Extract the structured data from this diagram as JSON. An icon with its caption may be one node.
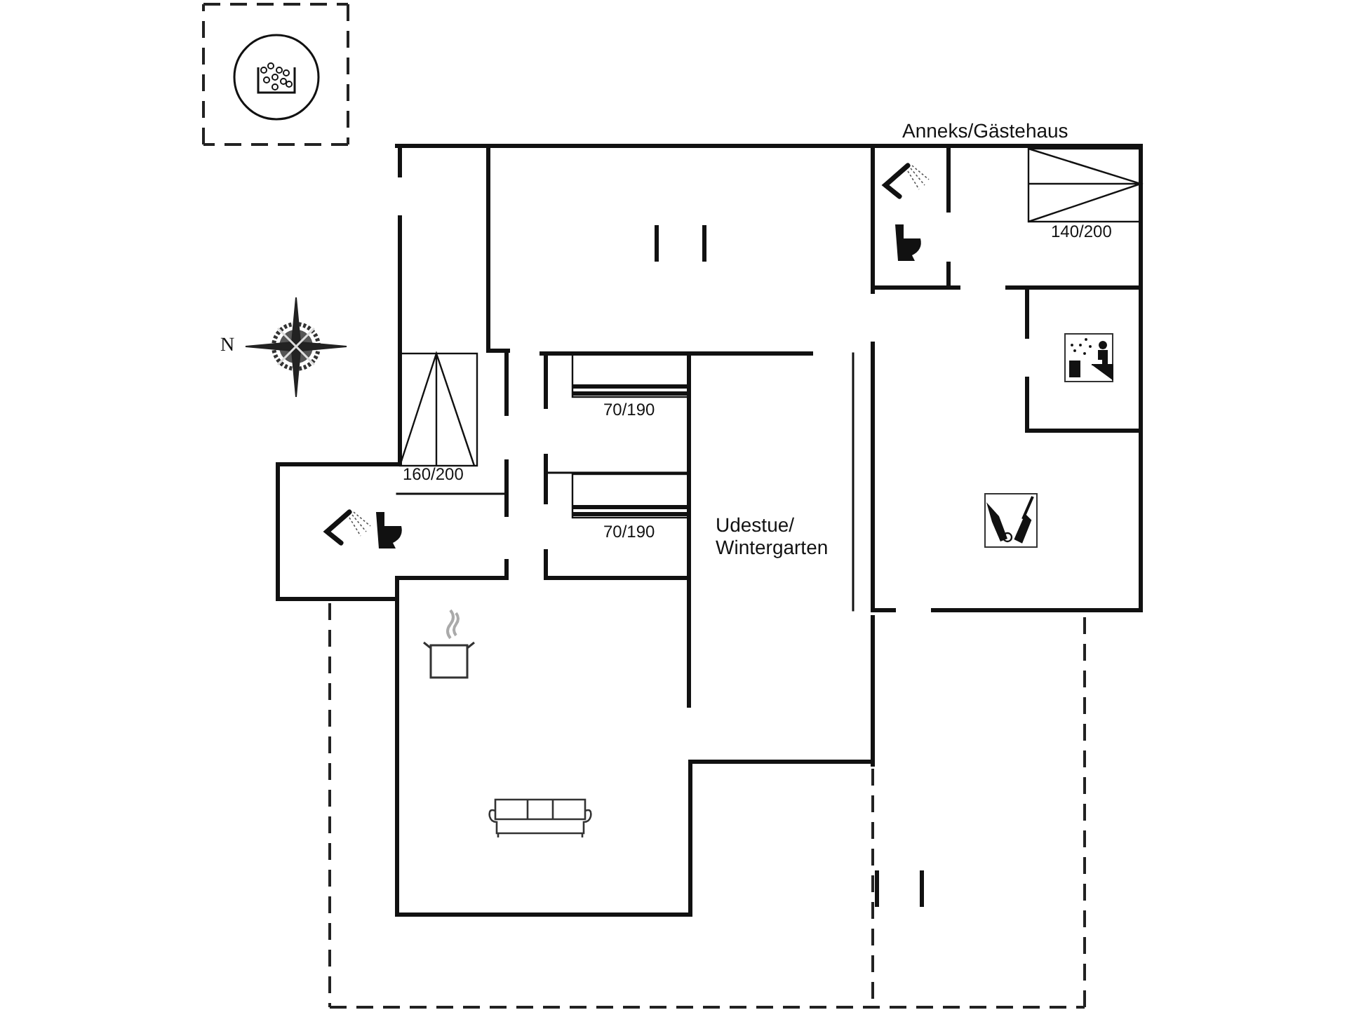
{
  "diagram": {
    "labels": [
      "Anneks/Gästehaus",
      "140/200",
      "N",
      "70/190",
      "160/200",
      "70/190",
      "Udestue/ Wintergarten"
    ]
  }
}
